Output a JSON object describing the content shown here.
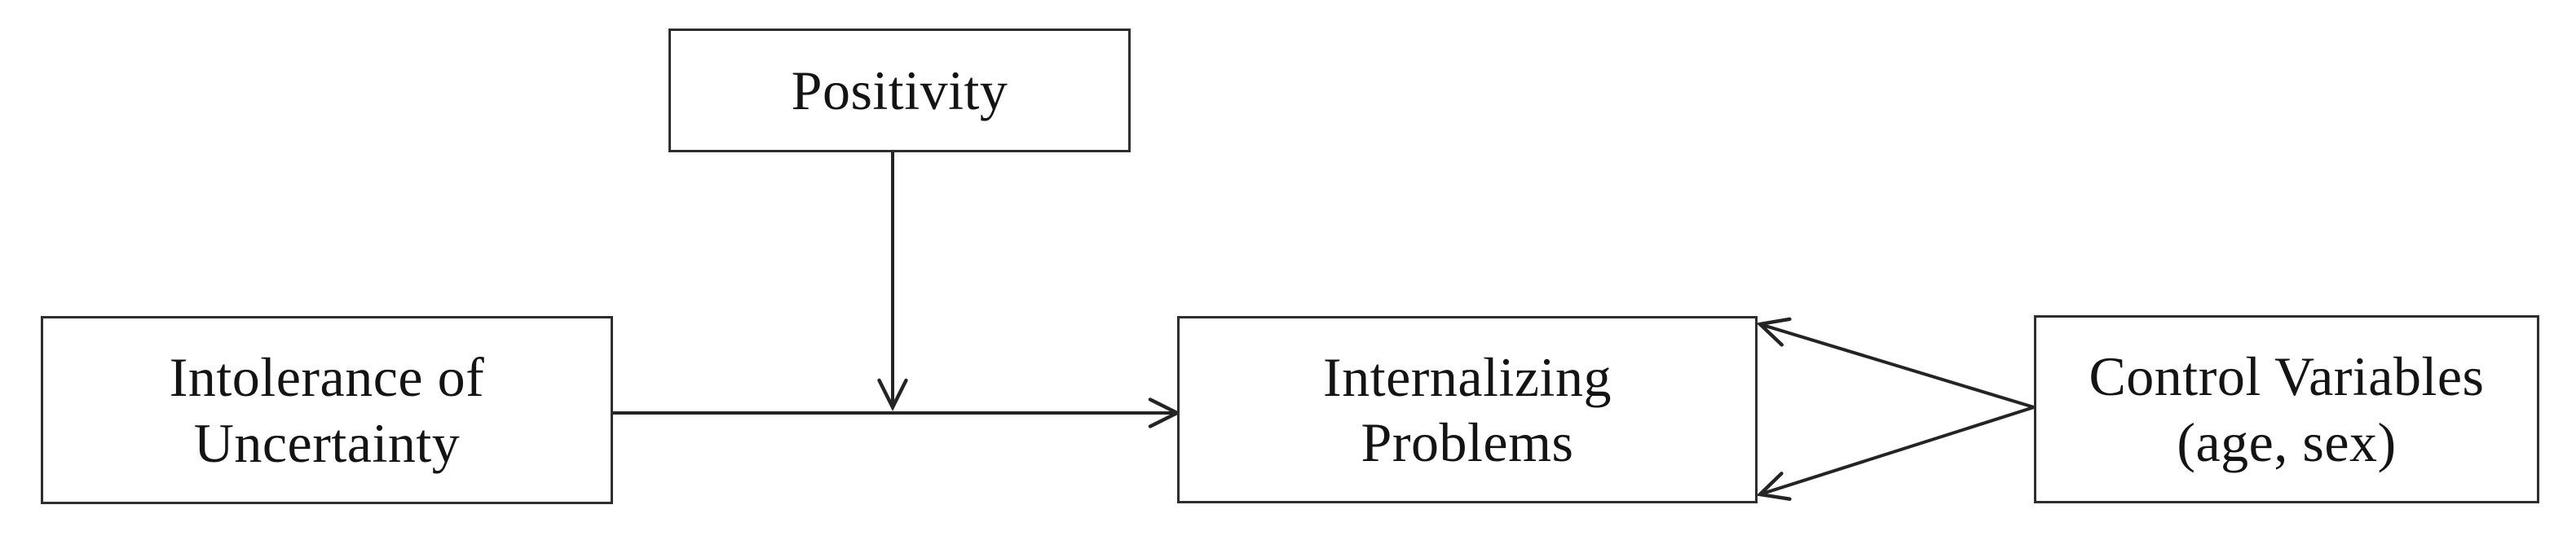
{
  "figure": {
    "background_color": "#ffffff",
    "ink_color": "#242424",
    "nodes": {
      "positivity": {
        "lines": [
          "Positivity"
        ]
      },
      "intolerance": {
        "lines": [
          "Intolerance of",
          "Uncertainty"
        ]
      },
      "internalizing": {
        "lines": [
          "Internalizing",
          "Problems"
        ]
      },
      "controls": {
        "lines": [
          "Control Variables",
          "(age, sex)"
        ]
      }
    },
    "edges": [
      {
        "type": "direct-effect-arrow",
        "from": "Intolerance of Uncertainty",
        "to": "Internalizing Problems"
      },
      {
        "type": "moderation-arrow",
        "from": "Positivity",
        "to": "path: Intolerance of Uncertainty → Internalizing Problems"
      },
      {
        "type": "covariate-arrow-top",
        "from": "Control Variables (age, sex)",
        "to": "Internalizing Problems"
      },
      {
        "type": "covariate-arrow-bottom",
        "from": "Control Variables (age, sex)",
        "to": "Internalizing Problems"
      }
    ]
  }
}
